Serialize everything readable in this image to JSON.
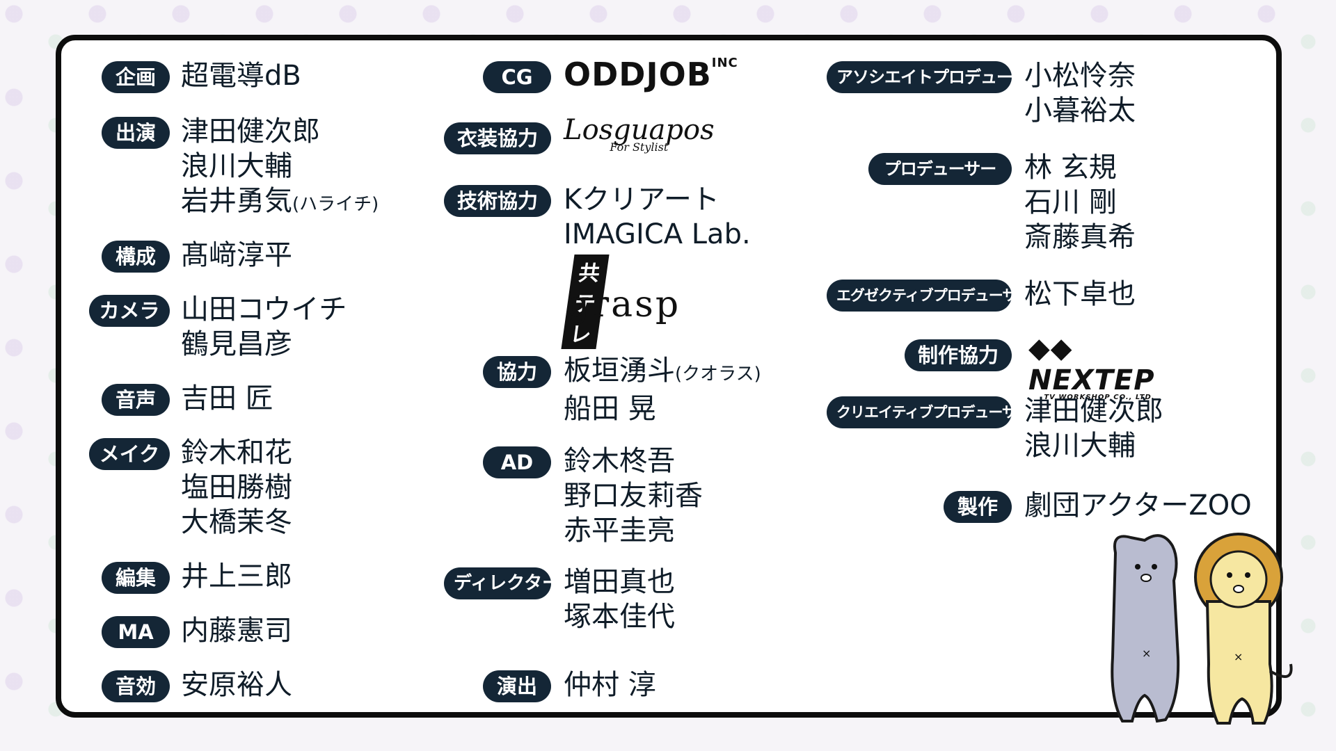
{
  "left": [
    {
      "role": "企画",
      "names": [
        "超電導dB"
      ]
    },
    {
      "role": "出演",
      "names": [
        "津田健次郎",
        "浪川大輔",
        "岩井勇気"
      ],
      "note": "(ハライチ)"
    },
    {
      "role": "構成",
      "names": [
        "髙﨑淳平"
      ]
    },
    {
      "role": "カメラ",
      "names": [
        "山田コウイチ",
        "鶴見昌彦"
      ]
    },
    {
      "role": "音声",
      "names": [
        "吉田 匠"
      ]
    },
    {
      "role": "メイク",
      "names": [
        "鈴木和花",
        "塩田勝樹",
        "大橋茉冬"
      ]
    },
    {
      "role": "編集",
      "names": [
        "井上三郎"
      ]
    },
    {
      "role": "MA",
      "names": [
        "内藤憲司"
      ]
    },
    {
      "role": "音効",
      "names": [
        "安原裕人"
      ]
    }
  ],
  "center": [
    {
      "role": "CG",
      "logo": "ODDJOB",
      "logo_sub": "INC"
    },
    {
      "role": "衣装協力",
      "logo": "Losguapos",
      "logo_sub": "For Stylist"
    },
    {
      "role": "技術協力",
      "names": [
        "Kクリアート",
        "IMAGICA Lab."
      ],
      "logos": [
        "共テレ",
        "grasp"
      ]
    },
    {
      "role": "協力",
      "names": [
        "板垣湧斗",
        "船田 晃"
      ],
      "note": "(クオラス)"
    },
    {
      "role": "AD",
      "names": [
        "鈴木柊吾",
        "野口友莉香",
        "赤平圭亮"
      ]
    },
    {
      "role": "ディレクター",
      "names": [
        "増田真也",
        "塚本佳代"
      ]
    },
    {
      "role": "演出",
      "names": [
        "仲村 淳"
      ]
    }
  ],
  "right": [
    {
      "role": "アソシエイトプロデューサー",
      "names": [
        "小松怜奈",
        "小暮裕太"
      ]
    },
    {
      "role": "プロデューサー",
      "names": [
        "林 玄規",
        "石川 剛",
        "斎藤真希"
      ]
    },
    {
      "role": "エグゼクティブプロデューサー",
      "names": [
        "松下卓也"
      ]
    },
    {
      "role": "制作協力",
      "logo": "NEXTEP",
      "logo_sub": "TV WORKSHOP CO., LTD."
    },
    {
      "role": "クリエイティブプロデューサー",
      "names": [
        "津田健次郎",
        "浪川大輔"
      ]
    },
    {
      "role": "製作",
      "names": [
        "劇団アクターZOO"
      ]
    }
  ],
  "colors": {
    "badge": "#142636",
    "frame": "#0d0d0d",
    "rhino": "#b9bcd0",
    "lion_mane": "#d9a23a",
    "lion_face": "#f6e7a1"
  },
  "mascots": [
    "rhino-character",
    "lion-character"
  ]
}
